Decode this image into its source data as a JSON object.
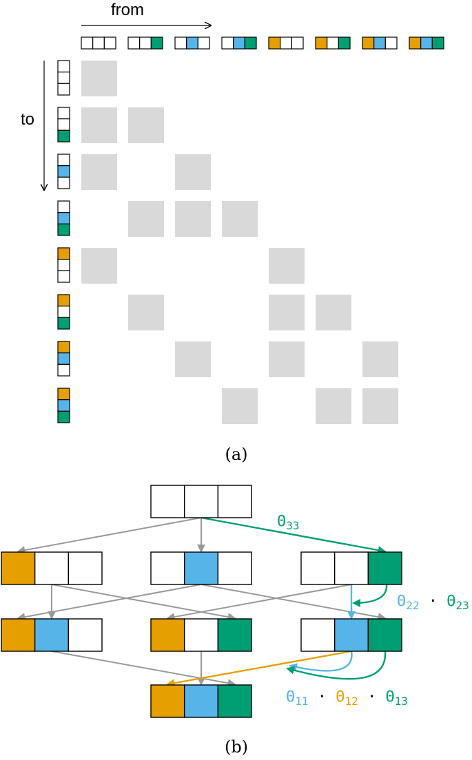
{
  "colors": {
    "orange": "#e69f00",
    "blue": "#56b4e9",
    "green": "#009e73",
    "gray": "#999999",
    "cell": "#d9d9d9",
    "outline": "#000000",
    "empty": "#ffffff"
  },
  "panel_a": {
    "from_label": "from",
    "to_label": "to",
    "caption": "(a)",
    "states": [
      [
        0,
        0,
        0
      ],
      [
        0,
        0,
        1
      ],
      [
        0,
        1,
        0
      ],
      [
        0,
        1,
        1
      ],
      [
        1,
        0,
        0
      ],
      [
        1,
        0,
        1
      ],
      [
        1,
        1,
        0
      ],
      [
        1,
        1,
        1
      ]
    ],
    "transitions": [
      {
        "to": 0,
        "from": [
          0
        ]
      },
      {
        "to": 1,
        "from": [
          0,
          1
        ]
      },
      {
        "to": 2,
        "from": [
          0,
          2
        ]
      },
      {
        "to": 3,
        "from": [
          1,
          2,
          3
        ]
      },
      {
        "to": 4,
        "from": [
          0,
          4
        ]
      },
      {
        "to": 5,
        "from": [
          1,
          4,
          5
        ]
      },
      {
        "to": 6,
        "from": [
          2,
          4,
          6
        ]
      },
      {
        "to": 7,
        "from": [
          3,
          5,
          6
        ]
      }
    ]
  },
  "panel_b": {
    "caption": "(b)",
    "nodes": [
      {
        "id": "n000",
        "state": [
          0,
          0,
          0
        ],
        "level": 0
      },
      {
        "id": "n100",
        "state": [
          1,
          0,
          0
        ],
        "level": 1
      },
      {
        "id": "n010",
        "state": [
          0,
          1,
          0
        ],
        "level": 1
      },
      {
        "id": "n001",
        "state": [
          0,
          0,
          1
        ],
        "level": 1
      },
      {
        "id": "n110",
        "state": [
          1,
          1,
          0
        ],
        "level": 2
      },
      {
        "id": "n101",
        "state": [
          1,
          0,
          1
        ],
        "level": 2
      },
      {
        "id": "n011",
        "state": [
          0,
          1,
          1
        ],
        "level": 2
      },
      {
        "id": "n111",
        "state": [
          1,
          1,
          1
        ],
        "level": 3
      }
    ],
    "edges": [
      {
        "from": "n000",
        "to": "n100",
        "kind": "gray"
      },
      {
        "from": "n000",
        "to": "n010",
        "kind": "gray"
      },
      {
        "from": "n000",
        "to": "n001",
        "kind": "green",
        "label": "theta33"
      },
      {
        "from": "n100",
        "to": "n110",
        "kind": "gray"
      },
      {
        "from": "n100",
        "to": "n101",
        "kind": "gray"
      },
      {
        "from": "n010",
        "to": "n110",
        "kind": "gray"
      },
      {
        "from": "n010",
        "to": "n011",
        "kind": "gray"
      },
      {
        "from": "n001",
        "to": "n101",
        "kind": "gray"
      },
      {
        "from": "n001",
        "to": "n011",
        "kind": "blue"
      },
      {
        "from": "n110",
        "to": "n111",
        "kind": "gray"
      },
      {
        "from": "n101",
        "to": "n111",
        "kind": "gray"
      },
      {
        "from": "n011",
        "to": "n111",
        "kind": "orange"
      }
    ],
    "labels": {
      "theta33": [
        {
          "text": "Θ",
          "color": "green"
        },
        {
          "text": "33",
          "color": "green",
          "sub": true
        }
      ],
      "theta22_23": [
        {
          "text": "Θ",
          "color": "blue"
        },
        {
          "text": "22",
          "color": "blue",
          "sub": true
        },
        {
          "text": " · ",
          "color": "outline"
        },
        {
          "text": "Θ",
          "color": "green"
        },
        {
          "text": "23",
          "color": "green",
          "sub": true
        }
      ],
      "theta11_12_13": [
        {
          "text": "Θ",
          "color": "blue"
        },
        {
          "text": "11",
          "color": "blue",
          "sub": true
        },
        {
          "text": " · ",
          "color": "outline"
        },
        {
          "text": "Θ",
          "color": "orange"
        },
        {
          "text": "12",
          "color": "orange",
          "sub": true
        },
        {
          "text": " · ",
          "color": "outline"
        },
        {
          "text": "Θ",
          "color": "green"
        },
        {
          "text": "13",
          "color": "green",
          "sub": true
        }
      ]
    }
  }
}
